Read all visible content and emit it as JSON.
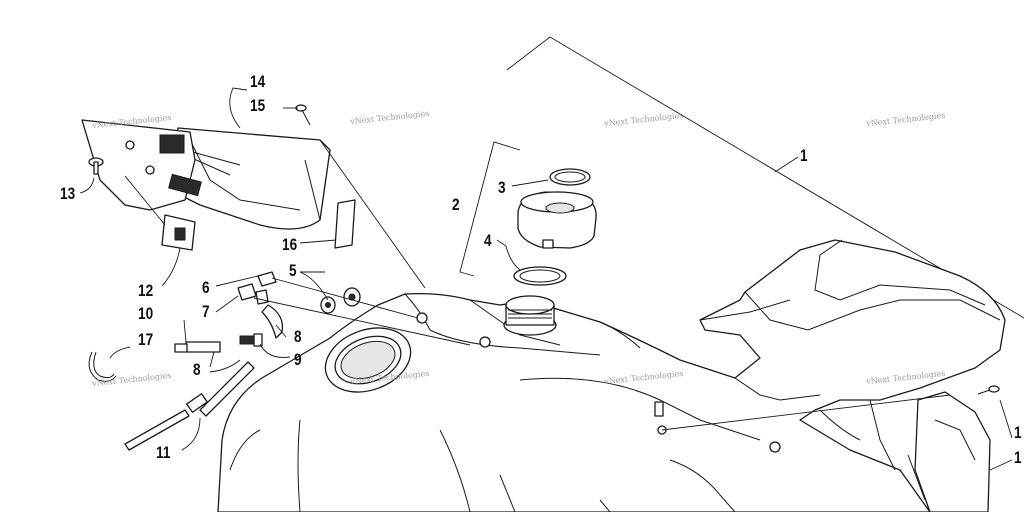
{
  "watermark": "vNext Technologies",
  "callouts": {
    "c1": "1",
    "c2": "2",
    "c3": "3",
    "c4": "4",
    "c5": "5",
    "c6": "6",
    "c7": "7",
    "c8a": "8",
    "c8b": "8",
    "c9": "9",
    "c10": "10",
    "c11": "11",
    "c12": "12",
    "c13": "13",
    "c14": "14",
    "c15": "15",
    "c16": "16",
    "c17": "17",
    "c18": "1",
    "c19": "1"
  }
}
